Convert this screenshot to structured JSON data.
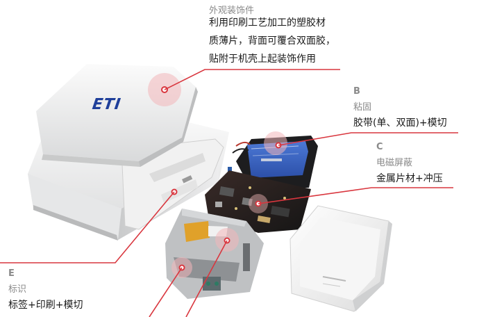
{
  "colors": {
    "accent_red": "#d9363e",
    "marker_pink": "#f2b7b9",
    "label_gray": "#8a8a8a",
    "text_dark": "#1a1a1a",
    "logo_blue": "#1f3f9a"
  },
  "brand": {
    "logo_text": "ETI"
  },
  "callouts": {
    "a": {
      "category": "外观装饰件",
      "lines": [
        "利用印刷工艺加工的塑胶材",
        "质薄片，背面可覆合双面胶，",
        "贴附于机壳上起装饰作用"
      ]
    },
    "b": {
      "letter": "B",
      "category": "粘固",
      "description": "胶带(单、双面)+模切"
    },
    "c": {
      "letter": "C",
      "category": "电磁屏蔽",
      "description": "金属片材+冲压"
    },
    "e": {
      "letter": "E",
      "category": "标识",
      "description": "标签+印刷+模切"
    }
  }
}
